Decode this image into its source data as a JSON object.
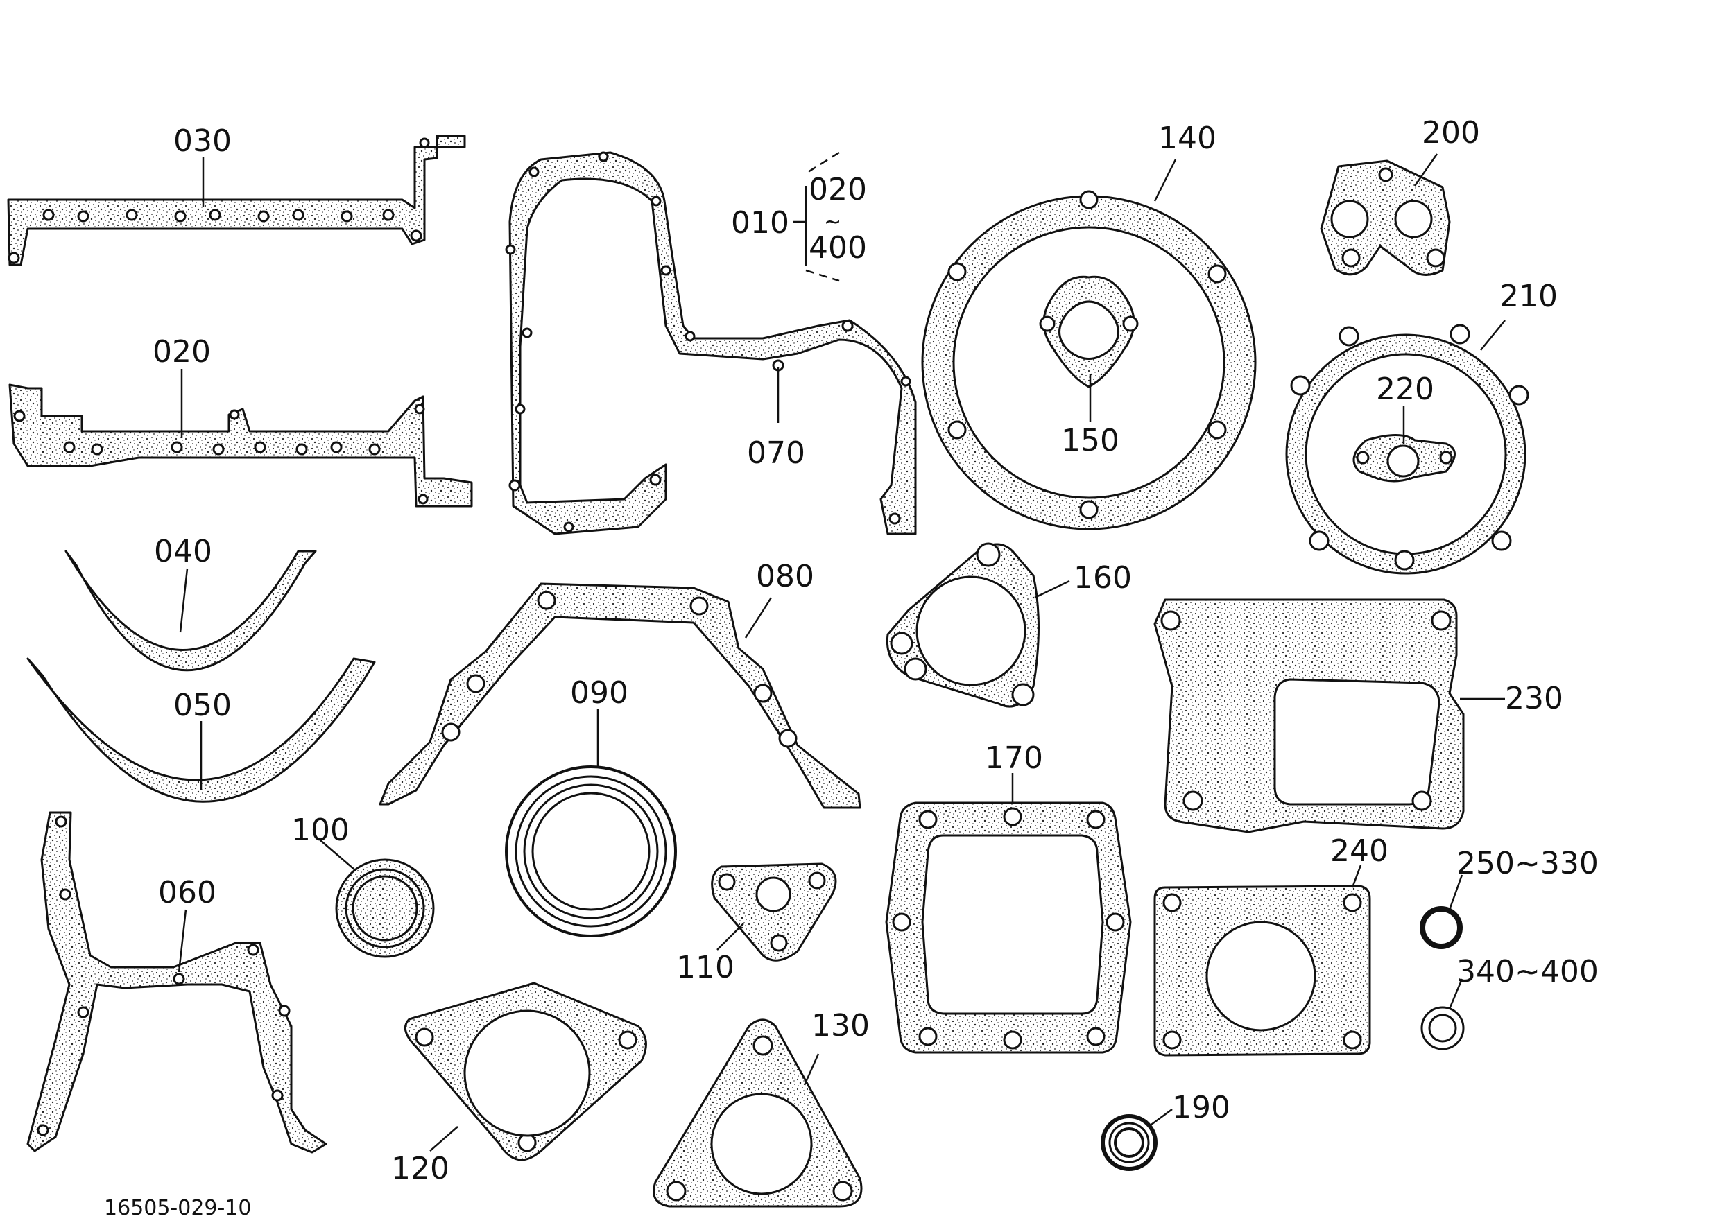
{
  "diagram": {
    "drawing_number": "16505-029-10",
    "callouts": {
      "p010": "010",
      "p020": "020",
      "p020_range": "020",
      "p030": "030",
      "p040": "040",
      "p050": "050",
      "p060": "060",
      "p070": "070",
      "p080": "080",
      "p090": "090",
      "p100": "100",
      "p110": "110",
      "p120": "120",
      "p130": "130",
      "p140": "140",
      "p150": "150",
      "p160": "160",
      "p170": "170",
      "p190": "190",
      "p200": "200",
      "p210": "210",
      "p220": "220",
      "p230": "230",
      "p240": "240",
      "p250_330": "250~330",
      "p340_400": "340~400",
      "p400_range": "400"
    }
  }
}
